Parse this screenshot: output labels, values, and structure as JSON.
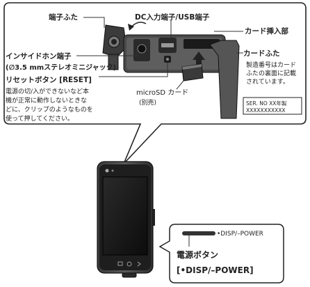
{
  "callouts": {
    "terminal_cover": "端子ふた",
    "dc_usb": "DC入力端子/USB端子",
    "card_slot": "カード挿入部",
    "card_cover": "カードふた",
    "card_cover_note": [
      "製造番号はカード",
      "ふたの裏面に記載",
      "されています。"
    ],
    "inside_phone": "インサイドホン端子",
    "inside_phone_sub": "(∅3.5 mmステレオミニジャック)",
    "reset": "リセットボタン [RESET]",
    "reset_note": [
      "電源の切/入ができないなど本",
      "機が正常に動作しないときな",
      "どに、クリップのようなものを",
      "使って押してください。"
    ],
    "microsd": "microSD カード",
    "microsd_sub": "(別売)",
    "serial_label": "SER. NO  XX年製",
    "serial_value": "XXXXXXXXXXX"
  },
  "power": {
    "button_caption": "•DISP/–POWER",
    "title": "電源ボタン",
    "subtitle": "[•DISP/–POWER]"
  },
  "colors": {
    "panel_fill": "#ffffff",
    "panel_stroke": "#222222",
    "device_body": "#2a2a2a",
    "screen": "#111111",
    "accent": "#555555"
  }
}
